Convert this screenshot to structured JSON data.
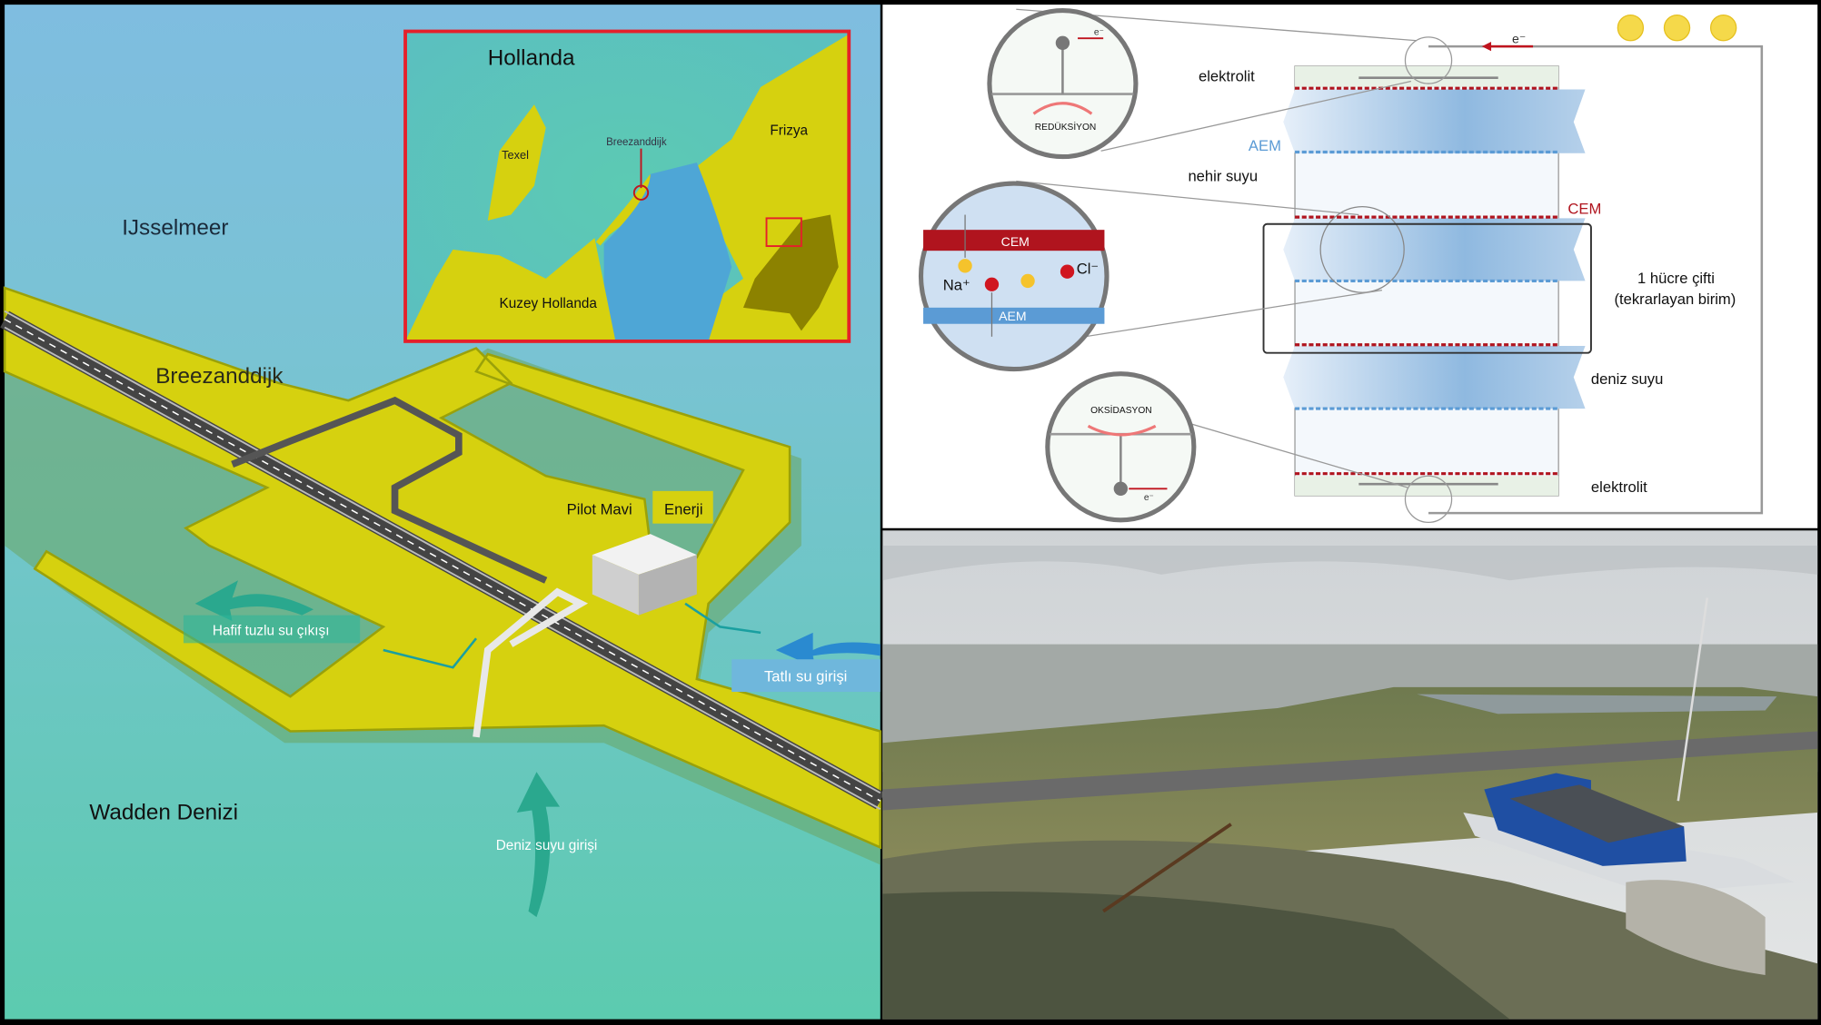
{
  "left_map": {
    "labels": {
      "ijsselmeer": "IJsselmeer",
      "breezanddijk": "Breezanddijk",
      "wadden": "Wadden Denizi",
      "pilot": "Pilot Mavi",
      "enerji": "Enerji",
      "brackish_out": "Hafif tuzlu su çıkışı",
      "fresh_in": "Tatlı su girişi",
      "sea_in": "Deniz suyu girişi"
    },
    "inset": {
      "title": "Hollanda",
      "texel": "Texel",
      "breezanddijk": "Breezanddijk",
      "frizya": "Frizya",
      "kuzey": "Kuzey Hollanda"
    }
  },
  "diagram": {
    "elektrolit_top": "elektrolit",
    "elektrolit_bottom": "elektrolit",
    "aem": "AEM",
    "cem": "CEM",
    "nehir": "nehir suyu",
    "deniz": "deniz suyu",
    "cell_pair_1": "1 hücre çifti",
    "cell_pair_2": "(tekrarlayan birim)",
    "reduction": "REDÜKSİYON",
    "oxidation": "OKSİDASYON",
    "electron": "e⁻",
    "zoom_cem": "CEM",
    "zoom_aem": "AEM",
    "na": "Na⁺",
    "cl": "Cl⁻"
  },
  "colors": {
    "dike": "#d6d10f",
    "frame_red": "#e5202a",
    "cem_red": "#b0141e",
    "aem_blue": "#5b9bd5"
  }
}
